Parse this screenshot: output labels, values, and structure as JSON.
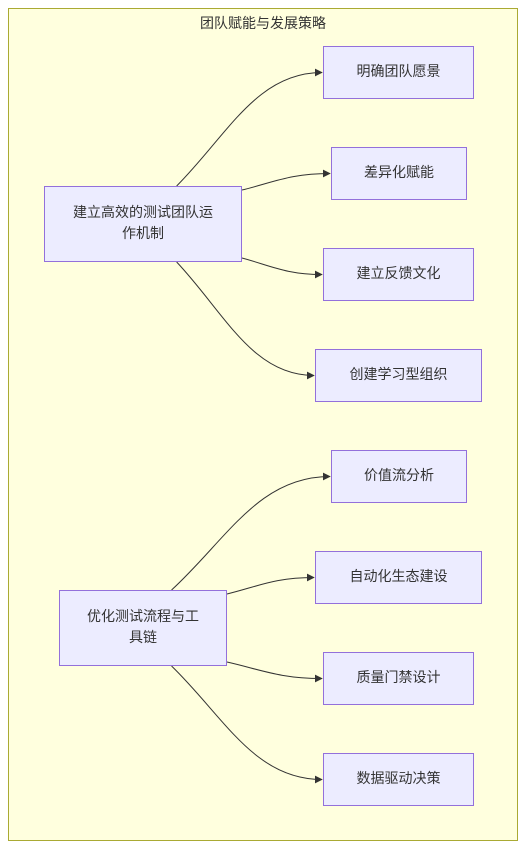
{
  "diagram": {
    "title": "团队赋能与发展策略",
    "nodes": {
      "mech": "建立高效的测试团队运作机制",
      "vision": "明确团队愿景",
      "diff": "差异化赋能",
      "feedback": "建立反馈文化",
      "learning": "创建学习型组织",
      "flow": "优化测试流程与工具链",
      "value": "价值流分析",
      "auto": "自动化生态建设",
      "gate": "质量门禁设计",
      "data": "数据驱动决策"
    },
    "edges": [
      {
        "from": "mech",
        "to": "vision"
      },
      {
        "from": "mech",
        "to": "diff"
      },
      {
        "from": "mech",
        "to": "feedback"
      },
      {
        "from": "mech",
        "to": "learning"
      },
      {
        "from": "flow",
        "to": "value"
      },
      {
        "from": "flow",
        "to": "auto"
      },
      {
        "from": "flow",
        "to": "gate"
      },
      {
        "from": "flow",
        "to": "data"
      }
    ]
  }
}
